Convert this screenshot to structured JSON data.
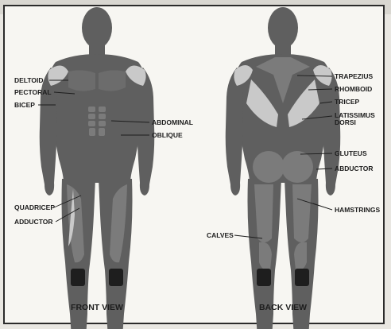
{
  "front": {
    "caption": "FRONT VIEW",
    "labels": {
      "deltoid": "DELTOID",
      "pectoral": "PECTORAL",
      "bicep": "BICEP",
      "abdominal": "ABDOMINAL",
      "oblique": "OBLIQUE",
      "quadricep": "QUADRICEP",
      "adductor": "ADDUCTOR"
    }
  },
  "back": {
    "caption": "BACK VIEW",
    "labels": {
      "trapezius": "TRAPEZIUS",
      "rhomboid": "RHOMBOID",
      "tricep": "TRICEP",
      "latissimus_1": "LATISSIMUS",
      "latissimus_2": "DORSI",
      "gluteus": "GLUTEUS",
      "abductor": "ABDUCTOR",
      "hamstrings": "HAMSTRINGS",
      "calves": "CALVES"
    }
  },
  "colors": {
    "body": "#5f5f5f",
    "muscle_dark": "#7b7b7b",
    "muscle_light": "#c9c9c9",
    "shoe": "#1e1e1e"
  }
}
